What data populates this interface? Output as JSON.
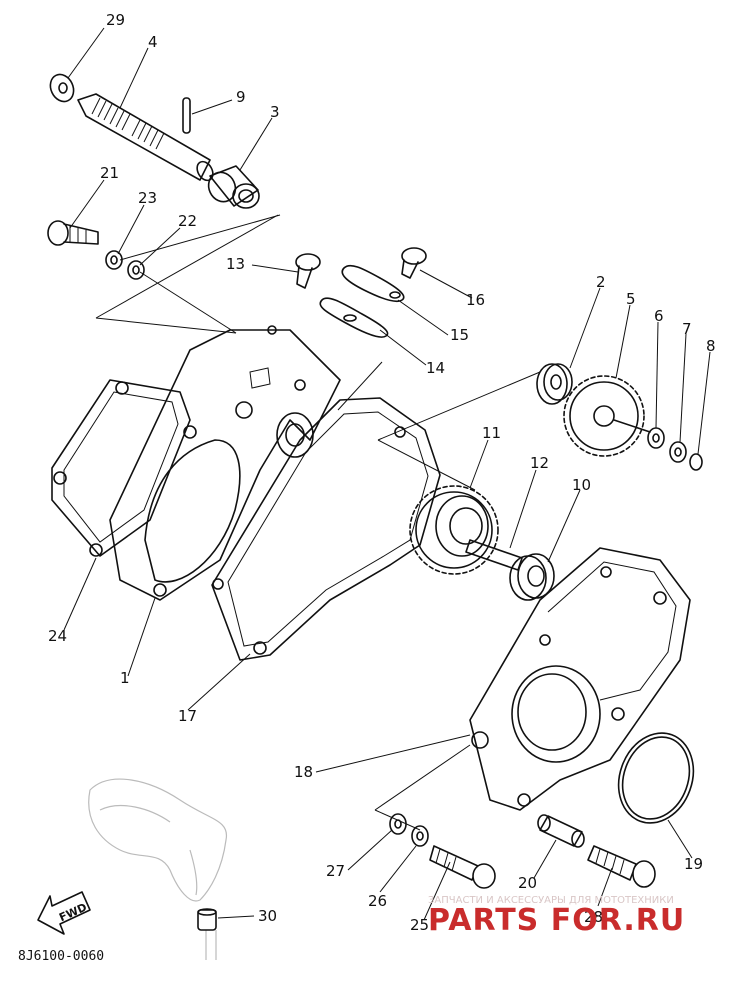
{
  "diagram": {
    "reference_code": "8J6100-0060",
    "fwd_label": "FWD",
    "part_labels": [
      "29",
      "4",
      "9",
      "3",
      "21",
      "23",
      "22",
      "13",
      "16",
      "15",
      "14",
      "2",
      "5",
      "6",
      "7",
      "8",
      "11",
      "12",
      "10",
      "24",
      "1",
      "17",
      "18",
      "19",
      "27",
      "26",
      "25",
      "20",
      "28",
      "30"
    ]
  },
  "watermark": {
    "tagline": "ЗАПЧАСТИ И АКСЕССУАРЫ ДЛЯ МОТОТЕХНИКИ",
    "brand": "PARTS FOR.RU",
    "color": "#c92c2c"
  }
}
